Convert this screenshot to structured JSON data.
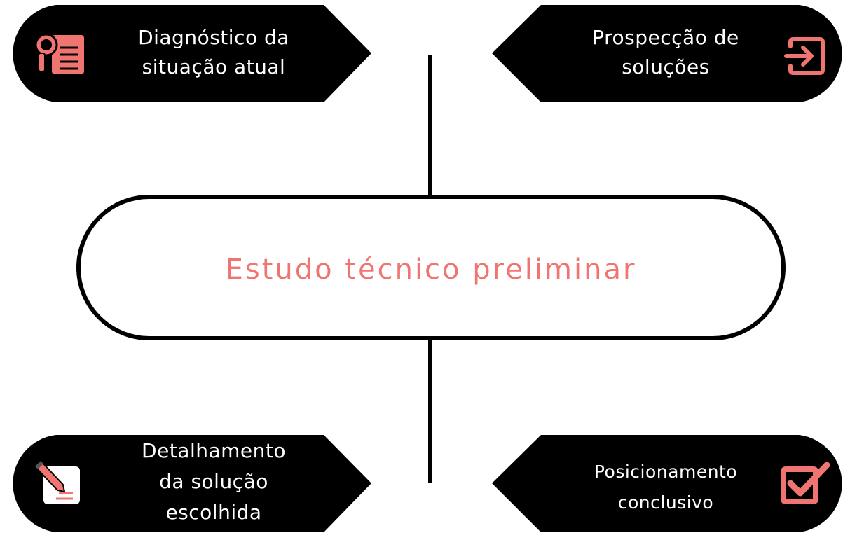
{
  "center": {
    "title": "Estudo técnico preliminar"
  },
  "nodes": {
    "top_left": {
      "line1": "Diagnóstico da",
      "line2": "situação atual",
      "icon": "magnifier-document-icon"
    },
    "top_right": {
      "line1": "Prospecção de",
      "line2": "soluções",
      "icon": "enter-arrow-icon"
    },
    "bottom_left": {
      "line1": "Detalhamento",
      "line2": "da solução",
      "line3": "escolhida",
      "icon": "pen-document-icon"
    },
    "bottom_right": {
      "line1": "Posicionamento",
      "line2": "conclusivo",
      "icon": "checkbox-icon"
    }
  },
  "colors": {
    "shape": "#000000",
    "accent": "#f07470",
    "text_on_shape": "#ffffff",
    "background": "#ffffff"
  }
}
